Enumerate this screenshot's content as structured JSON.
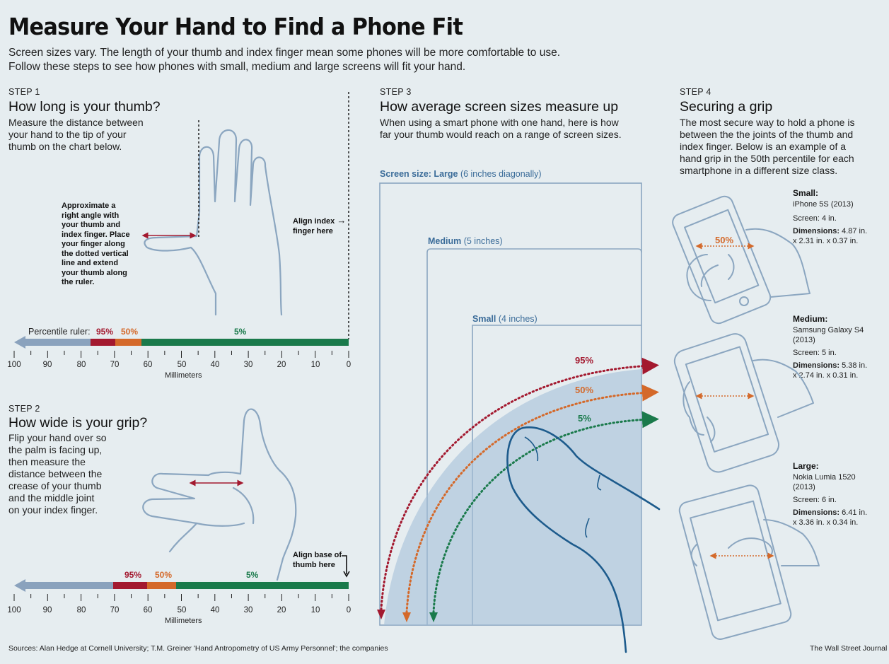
{
  "header": {
    "title": "Measure Your Hand to Find a Phone Fit",
    "intro_line1": "Screen sizes vary. The length of your thumb and index finger mean some phones will be more comfortable to use.",
    "intro_line2": "Follow these steps to see how phones with small, medium and large screens will fit your hand."
  },
  "step1": {
    "label": "STEP 1",
    "title": "How long is your thumb?",
    "body": [
      "Measure the distance between",
      "your hand to the tip of your",
      "thumb on the chart below."
    ],
    "note": [
      "Approximate a",
      "right angle with",
      "your thumb and",
      "index finger. Place",
      "your finger along",
      "the dotted vertical",
      "line and extend",
      "your thumb along",
      "the ruler."
    ],
    "align_note": [
      "Align index",
      "finger here"
    ],
    "ruler_label": "Percentile ruler:",
    "p95": "95%",
    "p50": "50%",
    "p5": "5%",
    "ticks": [
      "100",
      "90",
      "80",
      "70",
      "60",
      "50",
      "40",
      "30",
      "20",
      "10",
      "0"
    ],
    "unit": "Millimeters",
    "percentile_mm": {
      "p95": 70,
      "p50": 62,
      "p5": 0
    }
  },
  "step2": {
    "label": "STEP 2",
    "title": "How wide is your grip?",
    "body": [
      "Flip your hand over so",
      "the palm is facing up,",
      "then measure the",
      "distance between the",
      "crease of your thumb",
      "and the middle joint",
      "on your index finger."
    ],
    "align_note": [
      "Align base of",
      "thumb here"
    ],
    "p95": "95%",
    "p50": "50%",
    "p5": "5%",
    "ticks": [
      "100",
      "90",
      "80",
      "70",
      "60",
      "50",
      "40",
      "30",
      "20",
      "10",
      "0"
    ],
    "unit": "Millimeters",
    "percentile_mm": {
      "p95": 70,
      "p50": 60,
      "p5": 51
    }
  },
  "step3": {
    "label": "STEP 3",
    "title": "How average screen sizes measure up",
    "body": [
      "When using a smart phone with one hand, here is how",
      "far your thumb would reach on a range of screen sizes."
    ],
    "large_bold": "Screen size: Large",
    "large_rest": " (6 inches diagonally)",
    "medium_bold": "Medium",
    "medium_rest": " (5 inches)",
    "small_bold": "Small",
    "small_rest": " (4 inches)",
    "p95": "95%",
    "p50": "50%",
    "p5": "5%"
  },
  "step4": {
    "label": "STEP 4",
    "title": "Securing a grip",
    "body": [
      "The most secure way to hold a phone is",
      "between the the joints of the thumb and",
      "index finger. Below is an example of a",
      "hand grip in the 50th percentile for each",
      "smartphone in a different size class."
    ],
    "pct50": "50%",
    "small": {
      "size": "Small:",
      "model": "iPhone 5S (2013)",
      "screen": "Screen: 4 in.",
      "dims_label": "Dimensions:",
      "dims1": " 4.87 in.",
      "dims2": "x 2.31 in. x 0.37 in."
    },
    "medium": {
      "size": "Medium:",
      "model1": "Samsung Galaxy S4",
      "model2": "(2013)",
      "screen": "Screen: 5 in.",
      "dims_label": "Dimensions:",
      "dims1": " 5.38 in.",
      "dims2": "x 2.74 in. x 0.31 in."
    },
    "large": {
      "size": "Large:",
      "model1": "Nokia Lumia 1520",
      "model2": "(2013)",
      "screen": "Screen: 6 in.",
      "dims_label": "Dimensions:",
      "dims1": " 6.41 in.",
      "dims2": "x 3.36 in. x 0.34 in."
    }
  },
  "footer": {
    "sources": "Sources: Alan Hedge at Cornell University; T.M. Greiner 'Hand Antropometry of US Army Personnel'; the companies",
    "credit": "The Wall Street Journal"
  },
  "colors": {
    "bg": "#e6edf0",
    "red": "#a3192f",
    "orange": "#d4692a",
    "green": "#1a7a4b",
    "arrow_gray": "#8aa2bd",
    "line_blue": "#8ba6c0",
    "screen_blue": "#5a87b3",
    "label_blue": "#3b6c99"
  }
}
